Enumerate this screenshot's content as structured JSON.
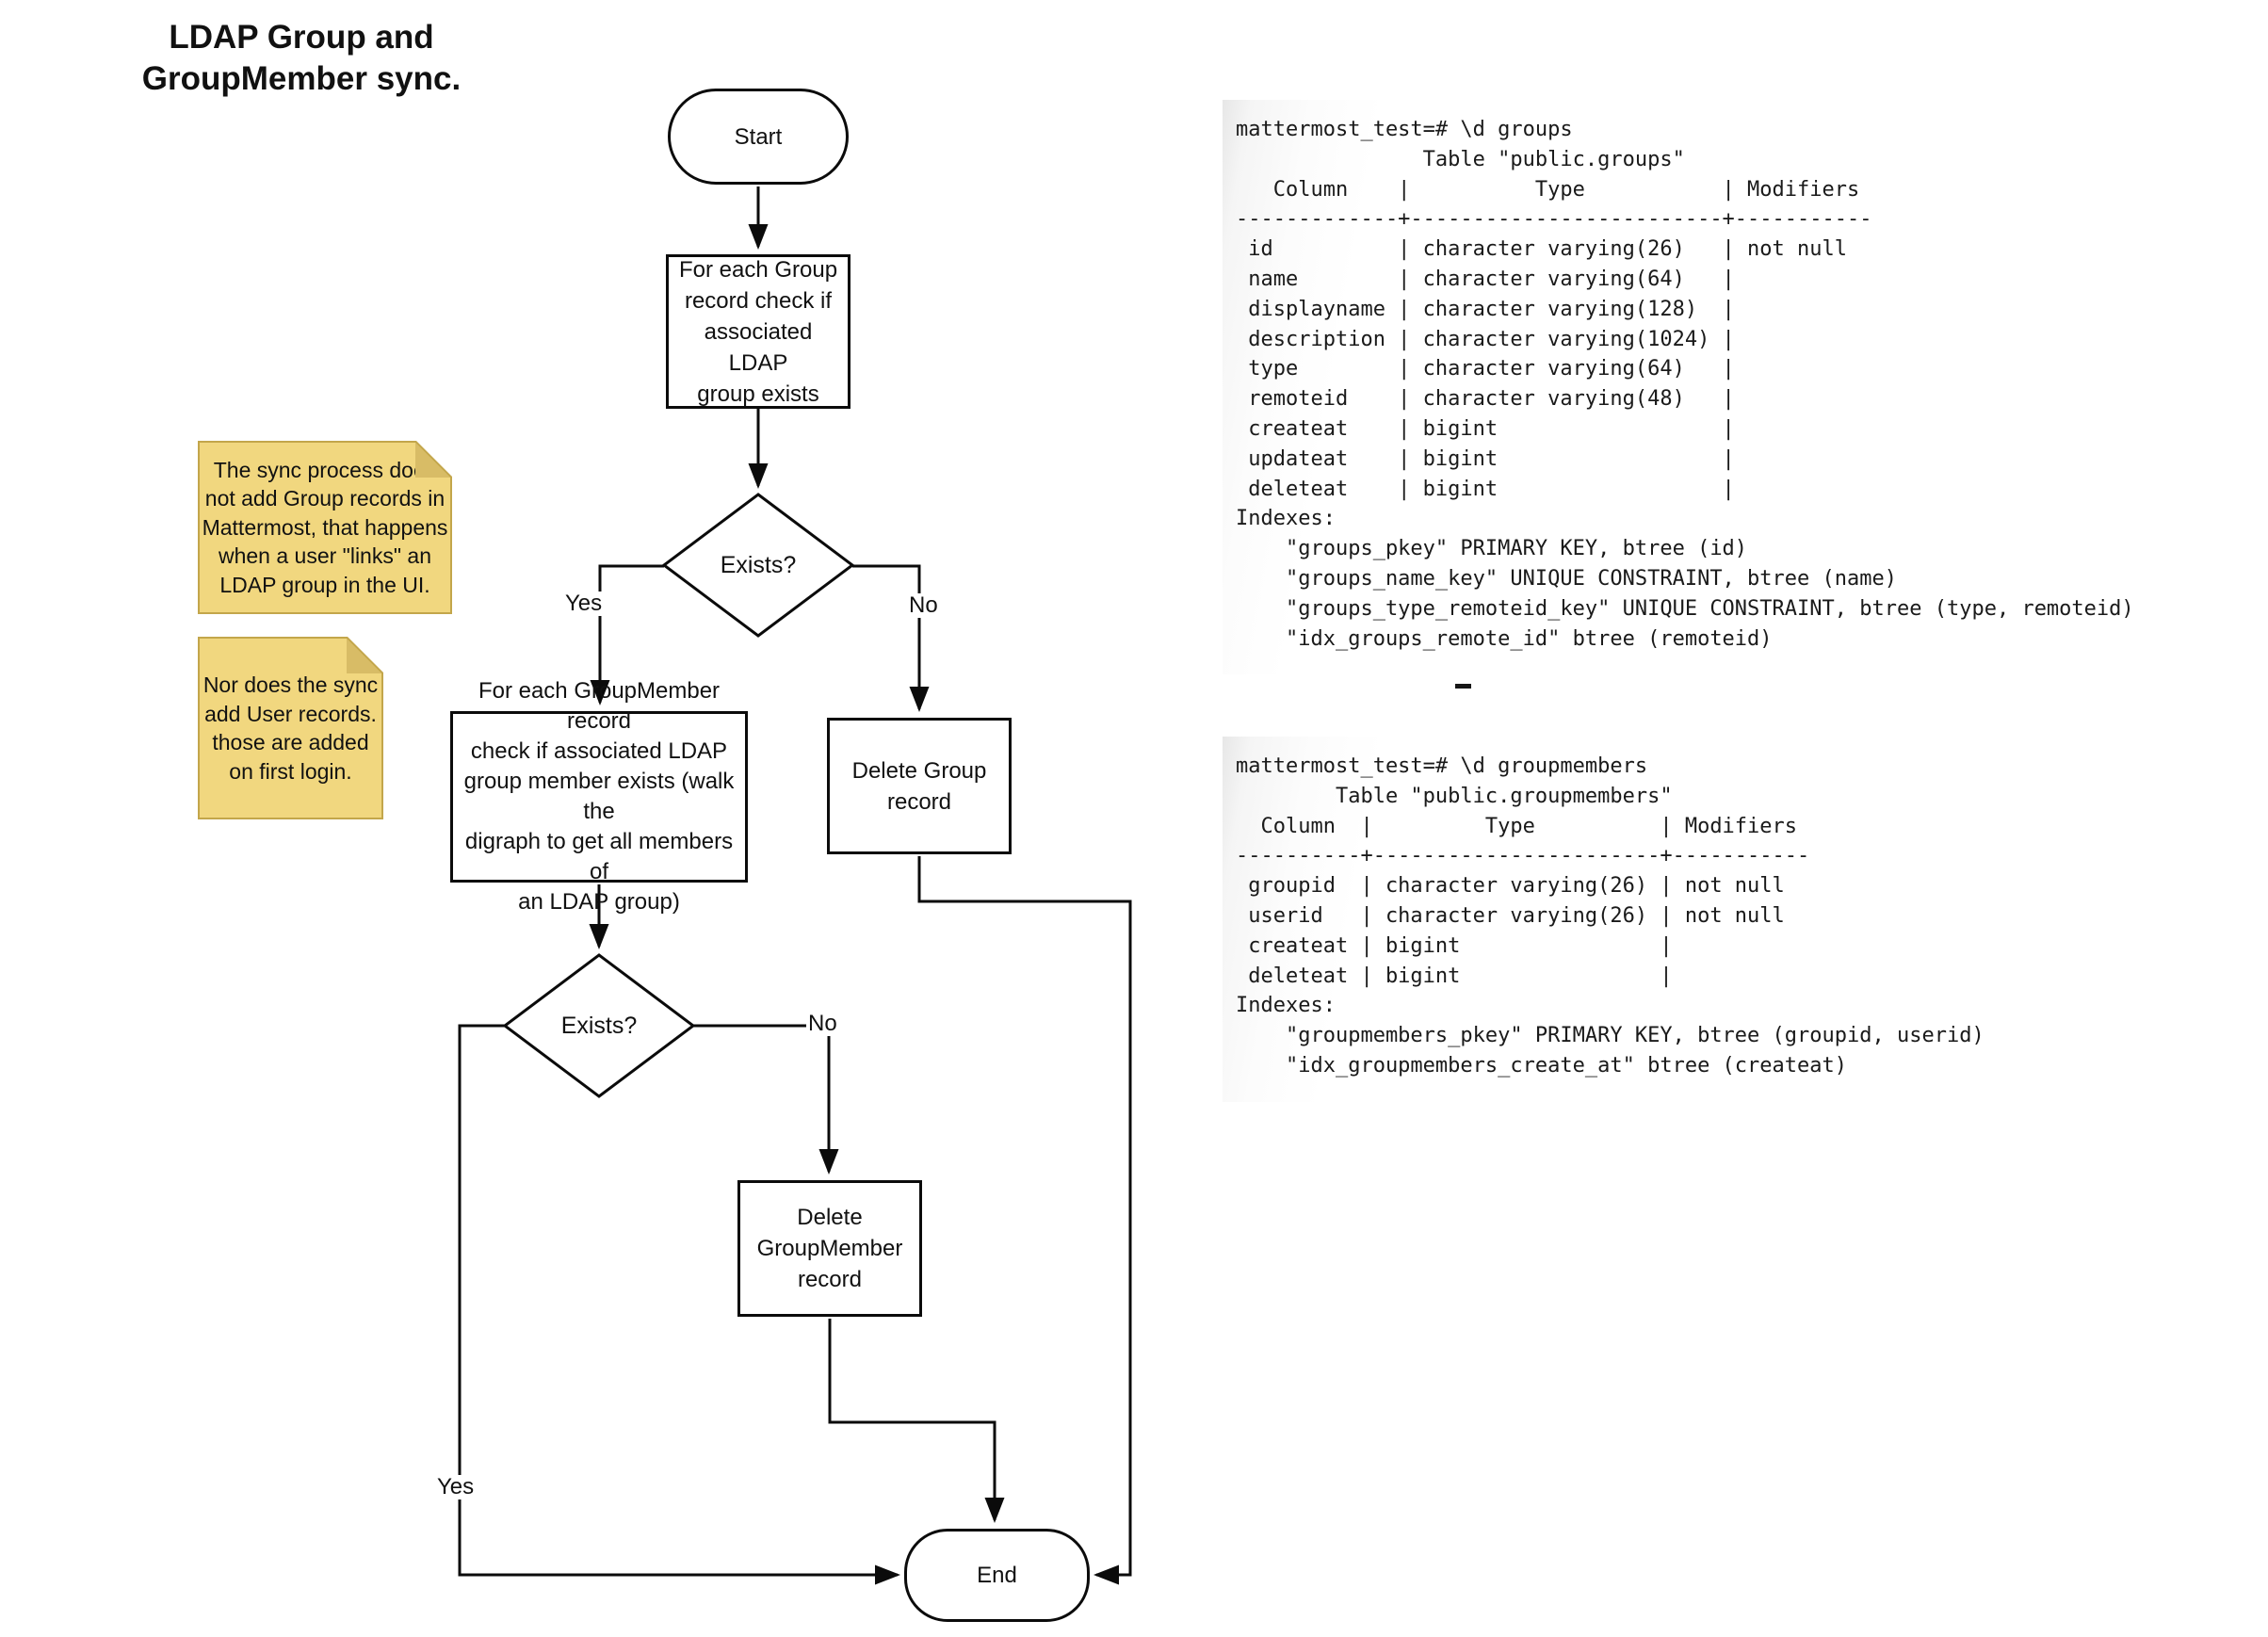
{
  "title": {
    "text": "LDAP Group and\nGroupMember sync."
  },
  "flowchart": {
    "start_label": "Start",
    "end_label": "End",
    "process_group_check": "For each Group\nrecord check if\nassociated LDAP\ngroup exists",
    "decision_group_exists": "Exists?",
    "process_groupmember_check": "For each GroupMember record\ncheck if associated LDAP\ngroup member exists (walk the\ndigraph to get all members of\nan LDAP group)",
    "decision_groupmember_exists": "Exists?",
    "delete_group": "Delete Group\nrecord",
    "delete_groupmember": "Delete\nGroupMember\nrecord",
    "labels": {
      "yes1": "Yes",
      "no1": "No",
      "yes2": "Yes",
      "no2": "No"
    }
  },
  "notes": [
    {
      "text": "The sync process does\nnot add Group records in\nMattermost, that happens\nwhen a user \"links\" an\nLDAP group in the UI."
    },
    {
      "text": "Nor does the sync\nadd User records.\nthose are added\non first login."
    }
  ],
  "colors": {
    "note_fill": "#F1D77F",
    "note_border": "#C3A64B",
    "note_fold": "#D8BC66",
    "line": "#0b0b0b",
    "terminal_text": "#1a1a1a"
  },
  "terminals": [
    {
      "name": "groups",
      "cursor": "-",
      "lines": [
        "mattermost_test=# \\d groups",
        "               Table \"public.groups\"",
        "   Column    |          Type           | Modifiers",
        "-------------+-------------------------+-----------",
        " id          | character varying(26)   | not null",
        " name        | character varying(64)   |",
        " displayname | character varying(128)  |",
        " description | character varying(1024) |",
        " type        | character varying(64)   |",
        " remoteid    | character varying(48)   |",
        " createat    | bigint                  |",
        " updateat    | bigint                  |",
        " deleteat    | bigint                  |",
        "Indexes:",
        "    \"groups_pkey\" PRIMARY KEY, btree (id)",
        "    \"groups_name_key\" UNIQUE CONSTRAINT, btree (name)",
        "    \"groups_type_remoteid_key\" UNIQUE CONSTRAINT, btree (type, remoteid)",
        "    \"idx_groups_remote_id\" btree (remoteid)"
      ]
    },
    {
      "name": "groupmembers",
      "lines": [
        "mattermost_test=# \\d groupmembers",
        "        Table \"public.groupmembers\"",
        "  Column  |         Type          | Modifiers",
        "----------+-----------------------+-----------",
        " groupid  | character varying(26) | not null",
        " userid   | character varying(26) | not null",
        " createat | bigint                |",
        " deleteat | bigint                |",
        "Indexes:",
        "    \"groupmembers_pkey\" PRIMARY KEY, btree (groupid, userid)",
        "    \"idx_groupmembers_create_at\" btree (createat)"
      ]
    }
  ]
}
